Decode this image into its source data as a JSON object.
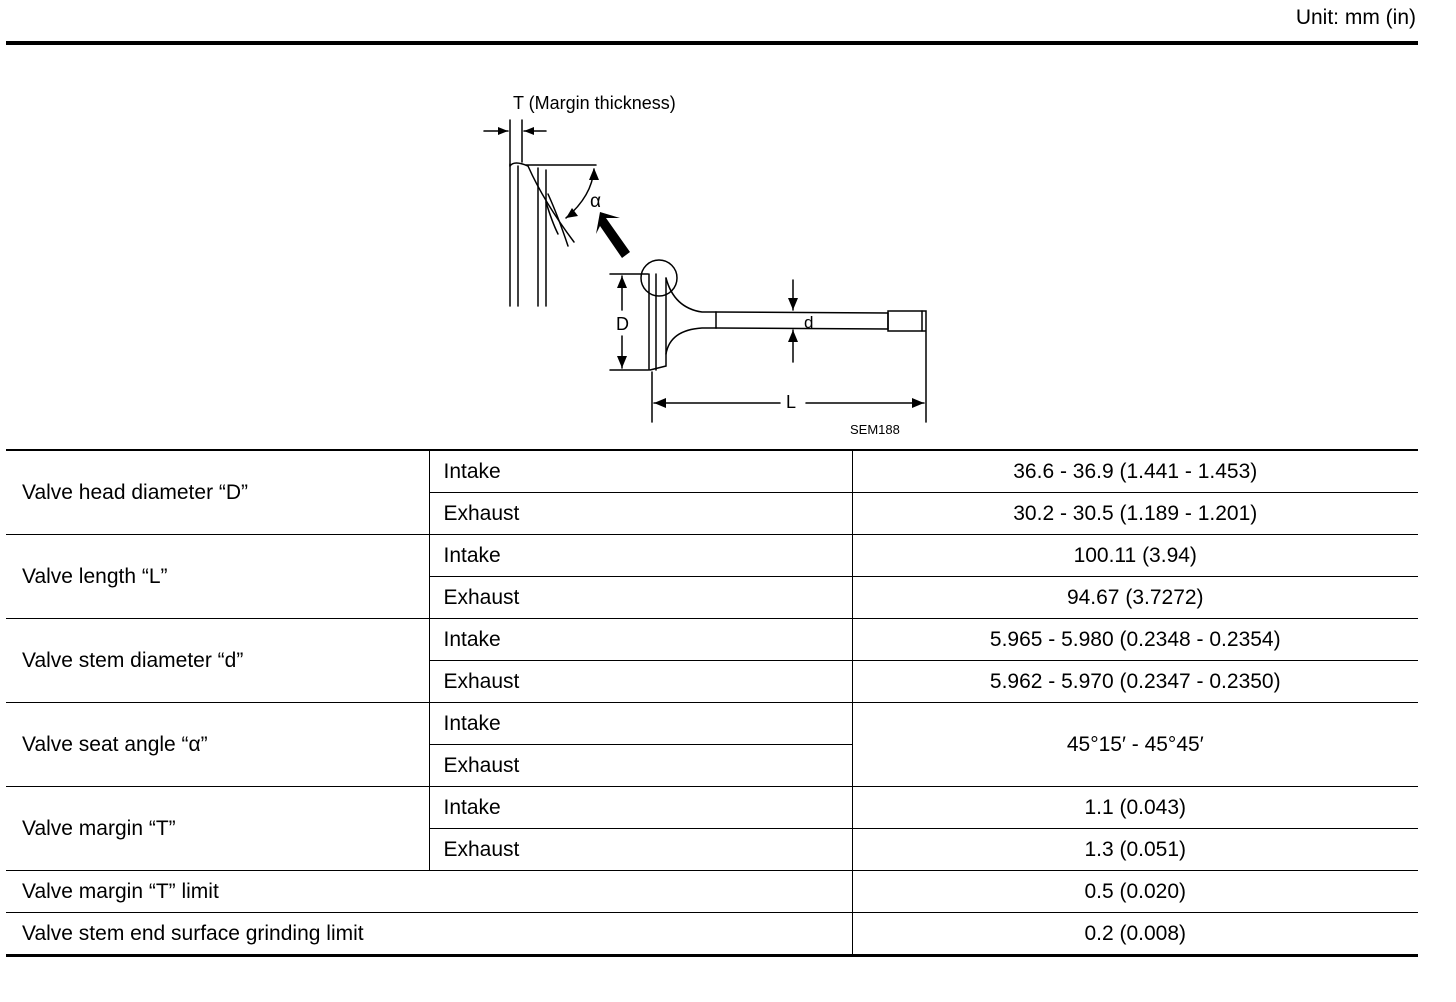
{
  "header": {
    "unit": "Unit: mm (in)"
  },
  "figure": {
    "margin_label": "T (Margin thickness)",
    "alpha_label": "α",
    "head_diameter_label": "D",
    "stem_diameter_label": "d",
    "length_label": "L",
    "figure_id": "SEM188"
  },
  "table": {
    "rows": [
      {
        "parameter": "Valve head diameter “D”",
        "intake": "36.6 - 36.9 (1.441 - 1.453)",
        "exhaust": "30.2 - 30.5 (1.189 - 1.201)"
      },
      {
        "parameter": "Valve length “L”",
        "intake": "100.11 (3.94)",
        "exhaust": "94.67 (3.7272)"
      },
      {
        "parameter": "Valve stem diameter “d”",
        "intake": "5.965 - 5.980 (0.2348 - 0.2354)",
        "exhaust": "5.962 - 5.970 (0.2347 - 0.2350)"
      },
      {
        "parameter": "Valve seat angle “α”",
        "value": "45°15′ - 45°45′"
      },
      {
        "parameter": "Valve margin “T”",
        "intake": "1.1 (0.043)",
        "exhaust": "1.3 (0.051)"
      },
      {
        "parameter": "Valve margin “T” limit",
        "value": "0.5 (0.020)"
      },
      {
        "parameter": "Valve stem end surface grinding limit",
        "value": "0.2 (0.008)"
      }
    ],
    "intake_label": "Intake",
    "exhaust_label": "Exhaust"
  }
}
